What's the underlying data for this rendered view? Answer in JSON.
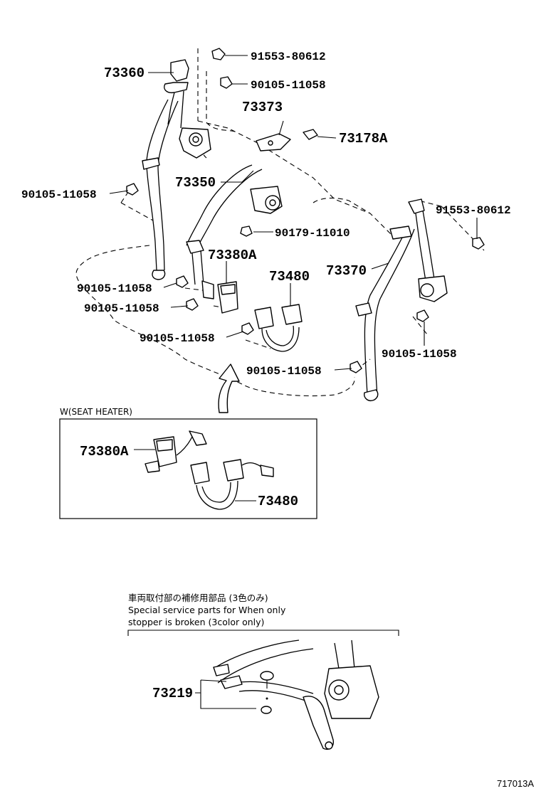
{
  "figure_number": "717013A",
  "callouts": {
    "p73360": "73360",
    "p91553_top": "91553-80612",
    "p90105_top": "90105-11058",
    "p73373": "73373",
    "p73178A": "73178A",
    "p73350": "73350",
    "p90105_left": "90105-11058",
    "p91553_right": "91553-80612",
    "p90179": "90179-11010",
    "p73380A": "73380A",
    "p73480": "73480",
    "p73370": "73370",
    "p90105_a": "90105-11058",
    "p90105_b": "90105-11058",
    "p90105_c": "90105-11058",
    "p90105_right": "90105-11058",
    "p90105_bottom": "90105-11058"
  },
  "seat_heater_box": {
    "title": "W(SEAT  HEATER)",
    "p73380A": "73380A",
    "p73480": "73480"
  },
  "service_note": {
    "line1": "車両取付部の補修用部品 (3色のみ)",
    "line2": "Special service parts for When only",
    "line3": "stopper is broken (3color only)",
    "part": "73219"
  }
}
